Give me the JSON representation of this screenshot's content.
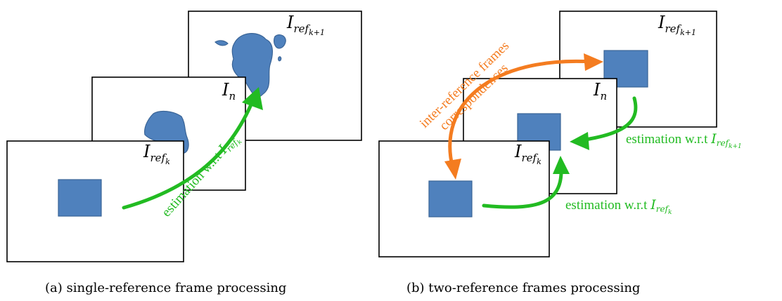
{
  "panel_a": {
    "frame_top": {
      "base": "I",
      "sub": "ref",
      "subsub": "k+1"
    },
    "frame_mid": {
      "base": "I",
      "sub": "n"
    },
    "frame_front": {
      "base": "I",
      "sub": "ref",
      "subsub": "k"
    },
    "arrow_label": {
      "text": "estimation w.r.t ",
      "math": {
        "base": "I",
        "sub": "ref",
        "subsub": "k"
      }
    },
    "caption": "(a) single-reference frame processing"
  },
  "panel_b": {
    "frame_top": {
      "base": "I",
      "sub": "ref",
      "subsub": "k+1"
    },
    "frame_mid": {
      "base": "I",
      "sub": "n"
    },
    "frame_front": {
      "base": "I",
      "sub": "ref",
      "subsub": "k"
    },
    "inter_label_line1": "inter-reference frames",
    "inter_label_line2": "correspondences",
    "label_top": {
      "text": "estimation w.r.t ",
      "math": {
        "base": "I",
        "sub": "ref",
        "subsub": "k+1"
      }
    },
    "label_bottom": {
      "text": "estimation w.r.t ",
      "math": {
        "base": "I",
        "sub": "ref",
        "subsub": "k"
      }
    },
    "caption": "(b) two-reference frames processing"
  },
  "colors": {
    "object": "#4f81bd",
    "estimation_arrow": "#22bb22",
    "correspondence_arrow": "#f47c20"
  }
}
